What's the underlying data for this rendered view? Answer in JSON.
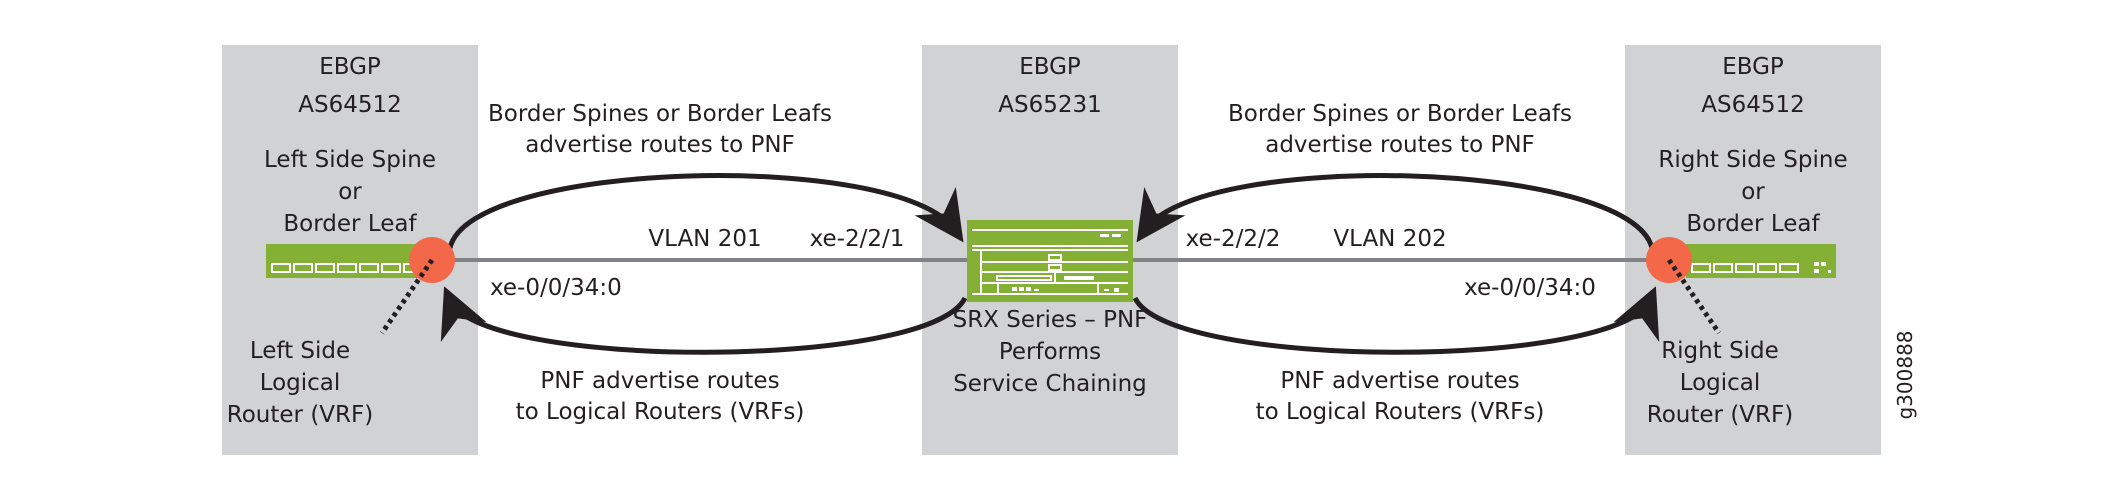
{
  "left": {
    "protocol": "EBGP",
    "as": "AS64512",
    "device": [
      "Left Side Spine",
      "or",
      "Border Leaf"
    ],
    "vrf": [
      "Left Side",
      "Logical",
      "Router (VRF)"
    ],
    "interface": "xe-0/0/34:0"
  },
  "center": {
    "protocol": "EBGP",
    "as": "AS65231",
    "device": [
      "SRX Series – PNF",
      "Performs",
      "Service Chaining"
    ],
    "left_interface": "xe-2/2/1",
    "right_interface": "xe-2/2/2"
  },
  "right": {
    "protocol": "EBGP",
    "as": "AS64512",
    "device": [
      "Right Side Spine",
      "or",
      "Border Leaf"
    ],
    "vrf": [
      "Right Side",
      "Logical",
      "Router (VRF)"
    ],
    "interface": "xe-0/0/34:0"
  },
  "vlans": {
    "left": "VLAN 201",
    "right": "VLAN 202"
  },
  "flows": {
    "left_top": [
      "Border Spines or Border Leafs",
      "advertise routes to PNF"
    ],
    "left_bottom": [
      "PNF advertise routes",
      "to Logical Routers (VRFs)"
    ],
    "right_top": [
      "Border Spines or Border Leafs",
      "advertise routes to PNF"
    ],
    "right_bottom": [
      "PNF advertise routes",
      "to Logical Routers (VRFs)"
    ]
  },
  "figure_id": "g300888",
  "colors": {
    "panel": "#d1d2d4",
    "device": "#84b135",
    "router": "#f26849",
    "link": "#808285"
  }
}
